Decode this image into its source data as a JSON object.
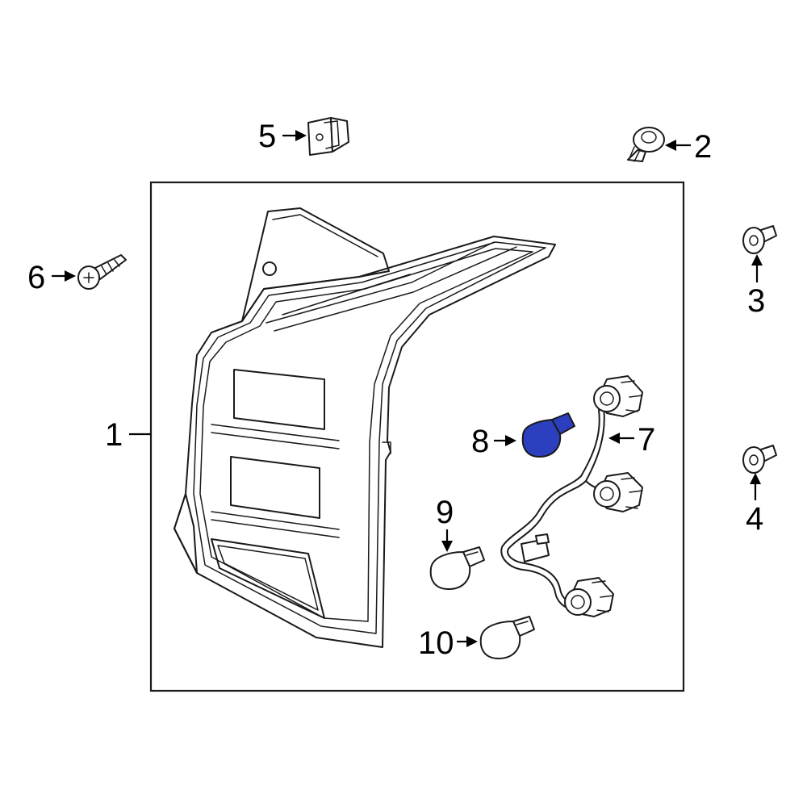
{
  "callouts": {
    "c1": "1",
    "c2": "2",
    "c3": "3",
    "c4": "4",
    "c5": "5",
    "c6": "6",
    "c7": "7",
    "c8": "8",
    "c9": "9",
    "c10": "10"
  },
  "colors": {
    "highlight": "#2c3fbf",
    "line": "#1a1a1a",
    "background": "#ffffff"
  }
}
